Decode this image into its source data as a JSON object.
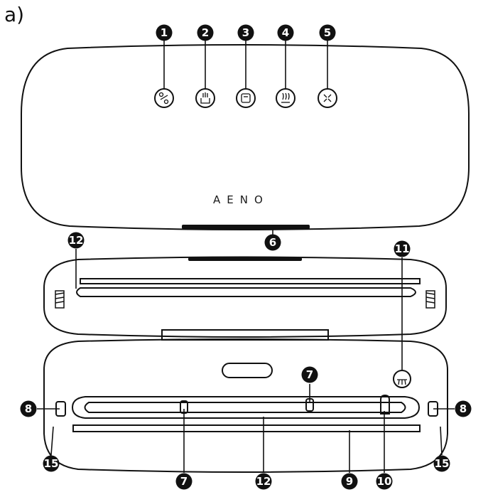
{
  "panel_label": "a)",
  "brand": "AENO",
  "callouts": [
    {
      "id": "c1",
      "label": "1"
    },
    {
      "id": "c2",
      "label": "2"
    },
    {
      "id": "c3",
      "label": "3"
    },
    {
      "id": "c4",
      "label": "4"
    },
    {
      "id": "c5",
      "label": "5"
    },
    {
      "id": "c6",
      "label": "6"
    },
    {
      "id": "c12a",
      "label": "12"
    },
    {
      "id": "c11",
      "label": "11"
    },
    {
      "id": "c7a",
      "label": "7"
    },
    {
      "id": "c8a",
      "label": "8"
    },
    {
      "id": "c8b",
      "label": "8"
    },
    {
      "id": "c15a",
      "label": "15"
    },
    {
      "id": "c15b",
      "label": "15"
    },
    {
      "id": "c7b",
      "label": "7"
    },
    {
      "id": "c12b",
      "label": "12"
    },
    {
      "id": "c9",
      "label": "9"
    },
    {
      "id": "c10",
      "label": "10"
    }
  ]
}
